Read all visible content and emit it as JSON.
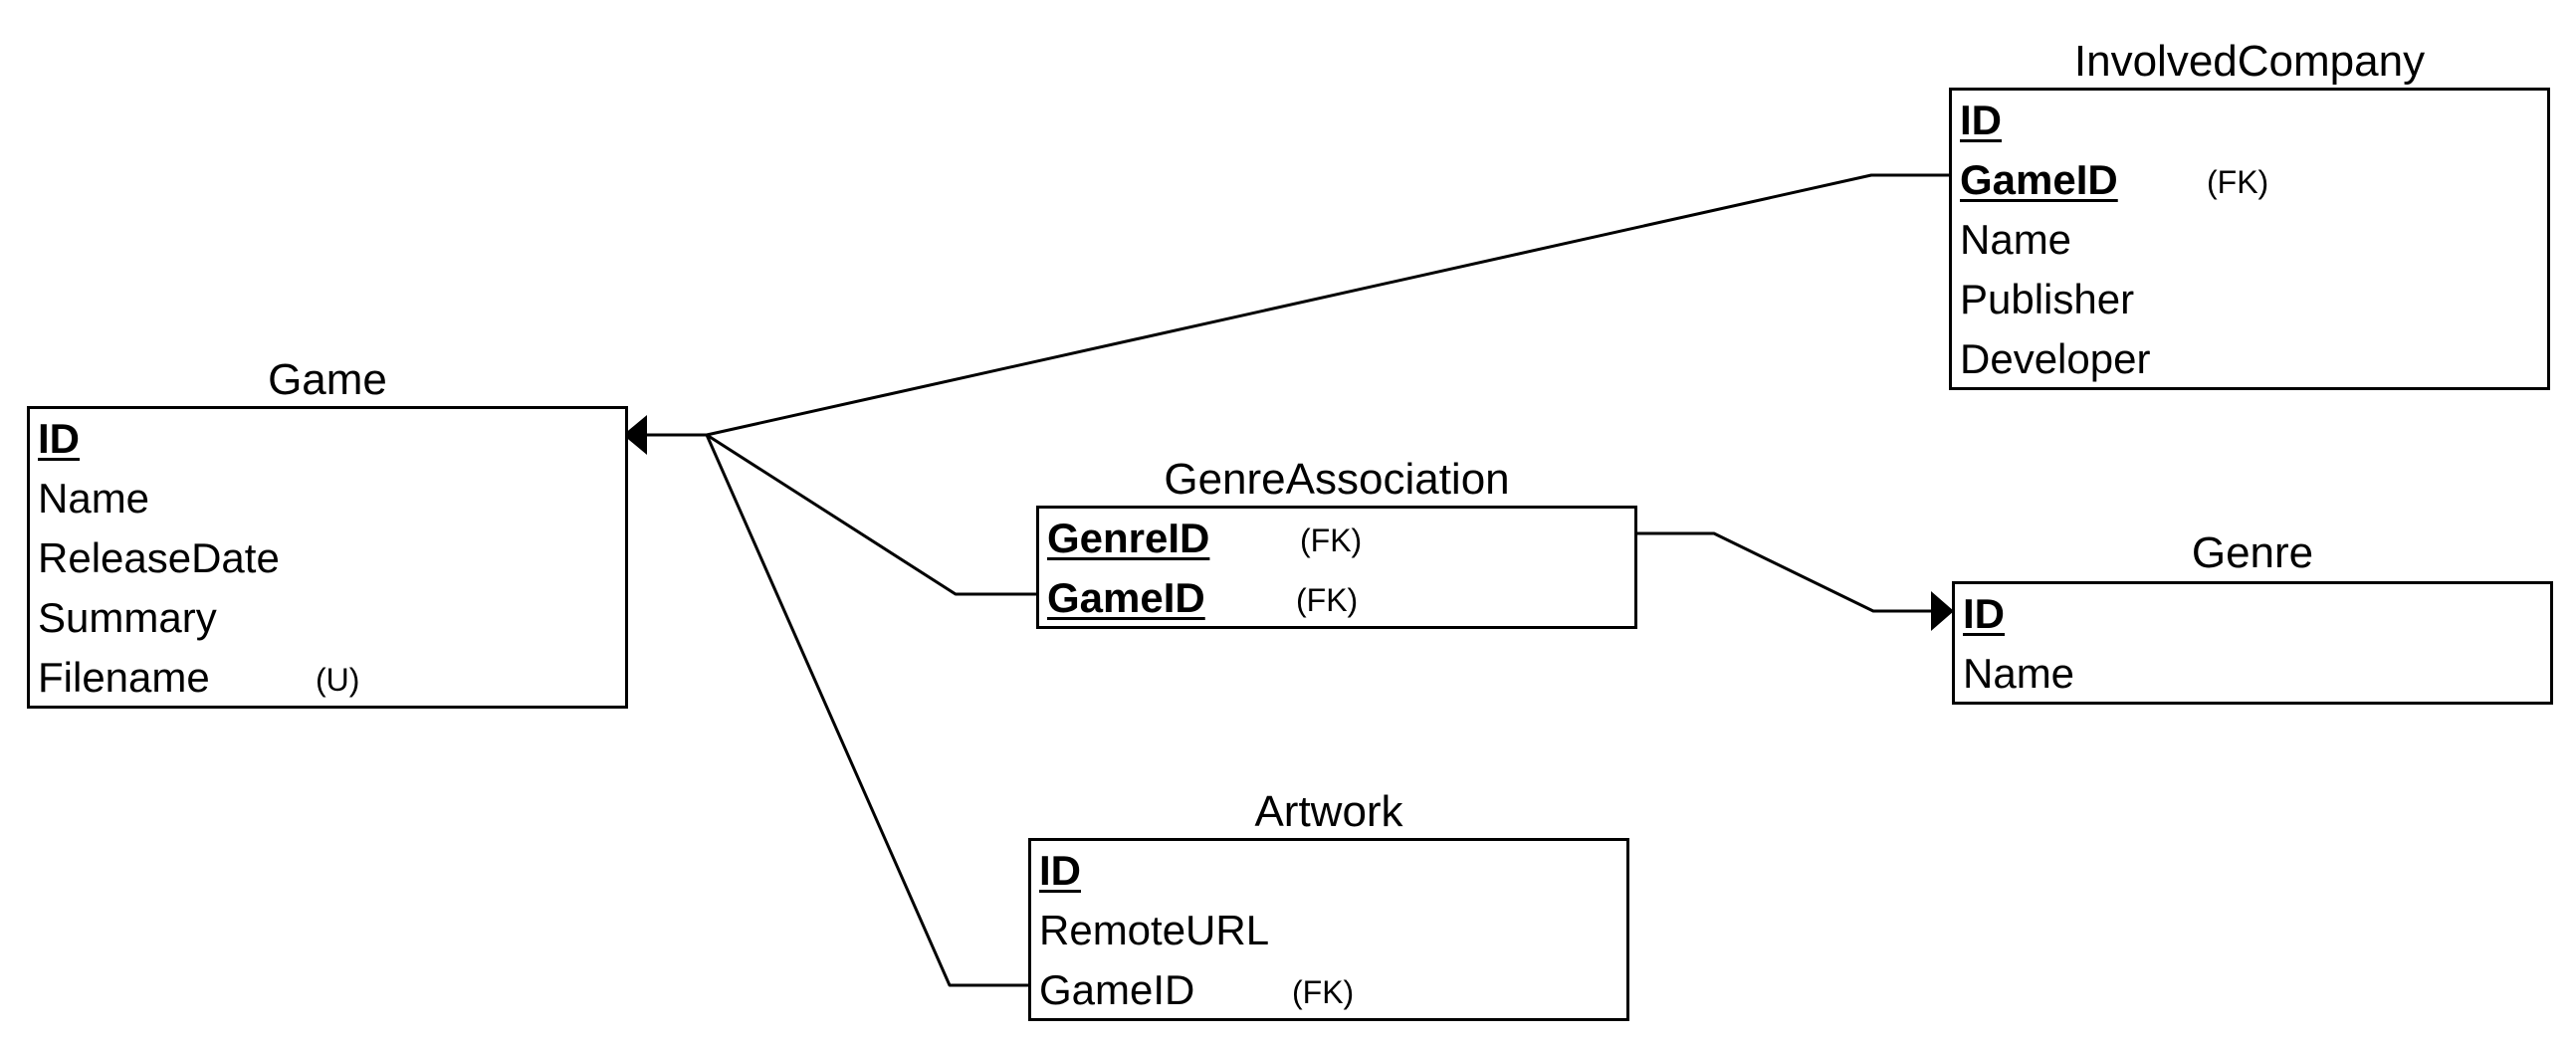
{
  "entities": {
    "game": {
      "title": "Game",
      "fields": [
        "ID",
        "Name",
        "ReleaseDate",
        "Summary",
        "Filename"
      ],
      "tags": {
        "filename": "(U)"
      }
    },
    "involved_company": {
      "title": "InvolvedCompany",
      "fields": [
        "ID",
        "GameID",
        "Name",
        "Publisher",
        "Developer"
      ],
      "tags": {
        "gameid": "(FK)"
      }
    },
    "genre_association": {
      "title": "GenreAssociation",
      "fields": [
        "GenreID",
        "GameID"
      ],
      "tags": {
        "genreid": "(FK)",
        "gameid": "(FK)"
      }
    },
    "genre": {
      "title": "Genre",
      "fields": [
        "ID",
        "Name"
      ]
    },
    "artwork": {
      "title": "Artwork",
      "fields": [
        "ID",
        "RemoteURL",
        "GameID"
      ],
      "tags": {
        "gameid": "(FK)"
      }
    }
  },
  "relationships": [
    {
      "from": "InvolvedCompany.GameID",
      "to": "Game.ID",
      "arrow": "Game"
    },
    {
      "from": "GenreAssociation.GameID",
      "to": "Game.ID",
      "arrow": "Game"
    },
    {
      "from": "Artwork.GameID",
      "to": "Game.ID",
      "arrow": "Game"
    },
    {
      "from": "GenreAssociation.GenreID",
      "to": "Genre.ID",
      "arrow": "Genre"
    }
  ],
  "colors": {
    "line": "#000000",
    "background": "#ffffff"
  }
}
